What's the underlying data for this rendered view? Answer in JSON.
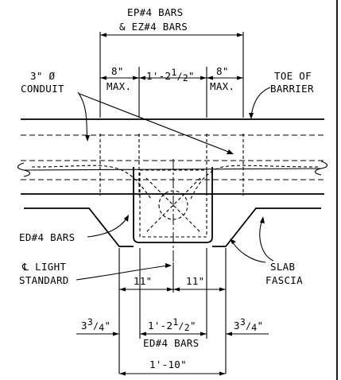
{
  "labels": {
    "ep_bars_line1": "EP#4 BARS",
    "ep_bars_line2": "& EZ#4 BARS",
    "conduit_line1": "3\" Ø",
    "conduit_line2": "CONDUIT",
    "toe_line1": "TOE OF",
    "toe_line2": "BARRIER",
    "dim_left_8": "8\"",
    "dim_left_max": "MAX.",
    "dim_mid_whole": "1'-2",
    "dim_mid_num": "1",
    "dim_mid_den": "2",
    "dim_mid_in": "\"",
    "dim_right_8": "8\"",
    "dim_right_max": "MAX.",
    "ed_bars_left": "ED#4 BARS",
    "cl_light_line1": "℄ LIGHT",
    "cl_light_line2": "STANDARD",
    "slab_line1": "SLAB",
    "slab_line2": "FASCIA",
    "dim_11_left": "11\"",
    "dim_11_right": "11\"",
    "dim_34_left_whole": "3",
    "dim_34_left_num": "3",
    "dim_34_left_den": "4",
    "dim_34_left_in": "\"",
    "dim_bottom_mid_whole": "1'-2",
    "dim_bottom_mid_num": "1",
    "dim_bottom_mid_den": "2",
    "dim_bottom_mid_in": "\"",
    "ed_bars_bottom": "ED#4 BARS",
    "dim_34_right_whole": "3",
    "dim_34_right_num": "3",
    "dim_34_right_den": "4",
    "dim_34_right_in": "\"",
    "dim_overall": "1'-10\""
  }
}
